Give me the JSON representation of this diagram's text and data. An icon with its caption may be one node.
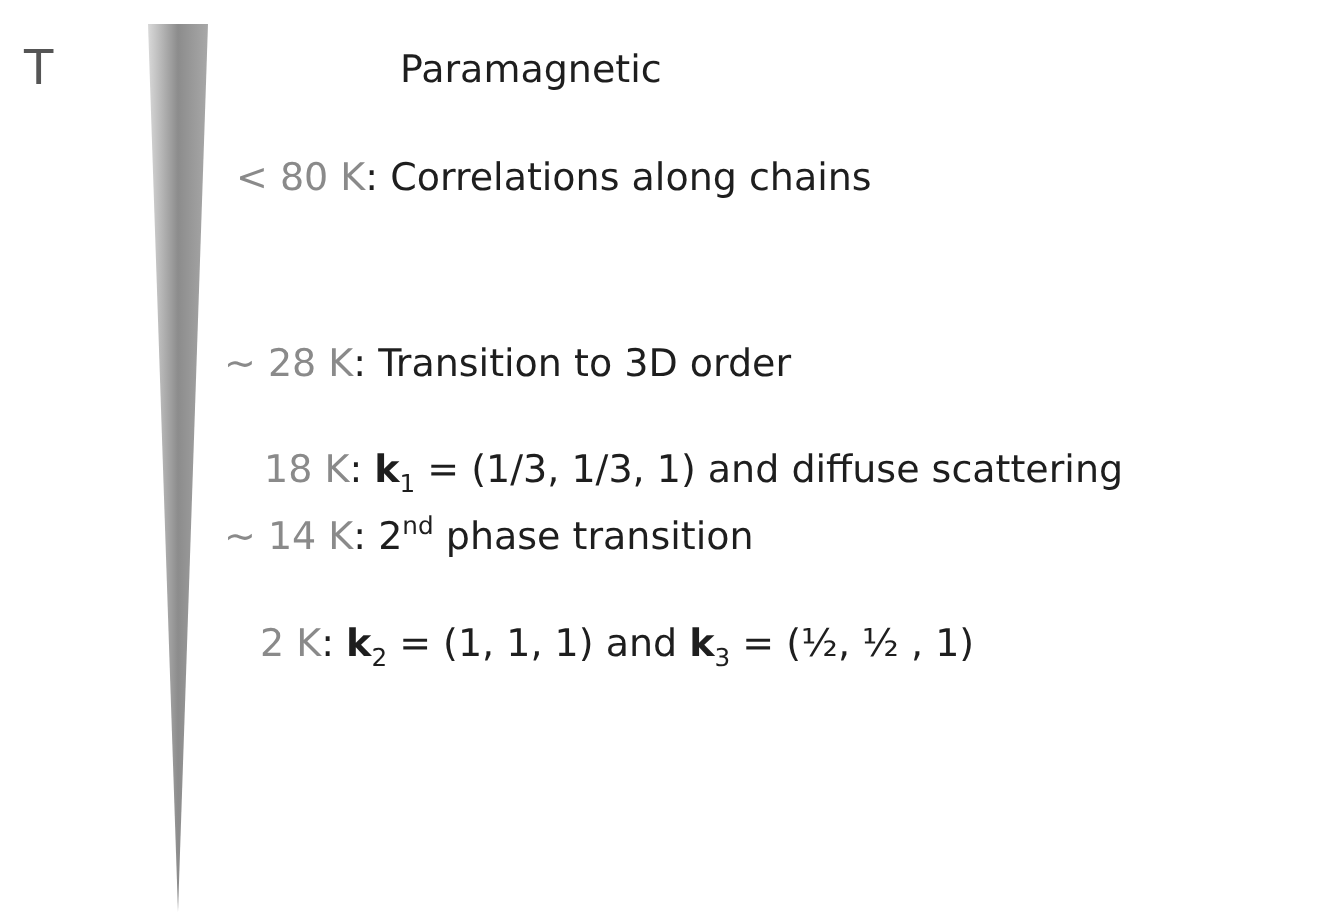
{
  "diagram": {
    "nodes": [
      {
        "text": [],
        "shape": "triangle"
      }
    ],
    "labels": [
      "T",
      "Paramagnetic",
      "< 80 K: Correlations along chains",
      "~ 28 K: Transition to 3D order",
      "18 K: **k**$_{1}$ = (1/3, 1/3, 1) and diffuse scattering",
      "~ 14 K: 2$^{nd}$ phase transition",
      "2 K: **k**$_{2}$ = (1, 1, 1) and **k**$_{3}$ = (½, ½ , 1)"
    ]
  }
}
